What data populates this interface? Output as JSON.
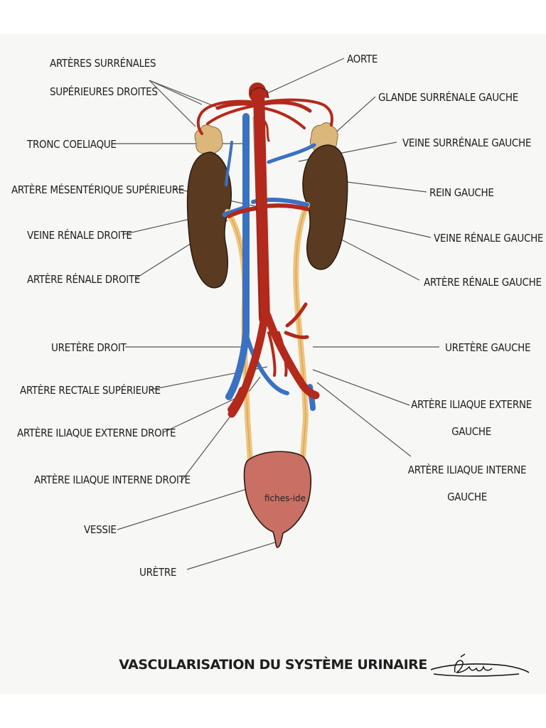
{
  "colors": {
    "artery": "#b3291b",
    "vein": "#3a71c2",
    "ureter": "#f1c47a",
    "kidney": "#5a3b22",
    "adrenal": "#dcb77b",
    "bladder": "#c96f63",
    "background": "#f7f7f5"
  },
  "labels": {
    "arteres_surrenales": [
      "ARTÈRES SURRÉNALES",
      "SUPÉRIEURES DROITES"
    ],
    "tronc_coeliaque": "TRONC COELIAQUE",
    "artere_mesenterique": "ARTÈRE MÉSENTÉRIQUE SUPÉRIEURE",
    "veine_renale_droite": "VEINE RÉNALE DROITE",
    "artere_renale_droite": "ARTÈRE RÉNALE DROITE",
    "uretere_droit": "URETÈRE DROIT",
    "artere_rectale": "ARTÈRE RECTALE SUPÉRIEURE",
    "artere_iliaque_externe_droite": "ARTÈRE ILIAQUE EXTERNE DROITE",
    "artere_iliaque_interne_droite": "ARTÈRE ILIAQUE INTERNE DROITE",
    "vessie": "VESSIE",
    "uretre": "URÈTRE",
    "aorte": "AORTE",
    "glande_surrenale_gauche": "GLANDE SURRÉNALE GAUCHE",
    "veine_surrenale_gauche": "VEINE SURRÉNALE GAUCHE",
    "rein_gauche": "REIN GAUCHE",
    "veine_renale_gauche": "VEINE RÉNALE GAUCHE",
    "artere_renale_gauche": "ARTÈRE RÉNALE GAUCHE",
    "uretere_gauche": "URETÈRE GAUCHE",
    "artere_iliaque_externe_gauche": [
      "ARTÈRE ILIAQUE EXTERNE",
      "GAUCHE"
    ],
    "artere_iliaque_interne_gauche": [
      "ARTÈRE ILIAQUE INTERNE",
      "GAUCHE"
    ]
  },
  "watermark": "fiches-ide",
  "title": "VASCULARISATION DU SYSTÈME URINAIRE",
  "signature": "Léonie"
}
